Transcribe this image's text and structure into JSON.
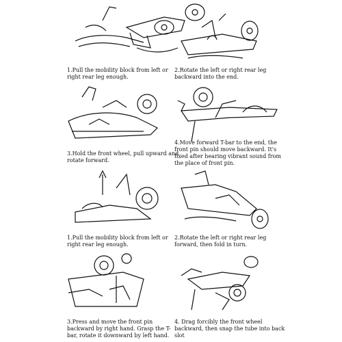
{
  "steps": [
    {
      "caption": "1.Pull the mobility block from left or right rear leg enough."
    },
    {
      "caption": "2.Rotate the left or right rear leg backward into the end."
    },
    {
      "caption": "3.Hold the front wheel, pull upward and rotate forward."
    },
    {
      "caption": "4.Move forward T-bar to the end, the front pin should move backward. It's fixed after hearing vibrant sound from the place of front pin."
    },
    {
      "caption": "1.Pull the mobility block from left or right rear leg enough."
    },
    {
      "caption": "2.Rotate the left or right rear leg forward, then fold in turn."
    },
    {
      "caption": "3.Press and move the front pin backward by right hand. Grasp the T-bar, rotate it downward by left hand."
    },
    {
      "caption": "4. Drag forcibly the front wheel backward, then snap the tube into back slot"
    }
  ],
  "colors": {
    "ink": "#111111",
    "background": "#ffffff"
  }
}
